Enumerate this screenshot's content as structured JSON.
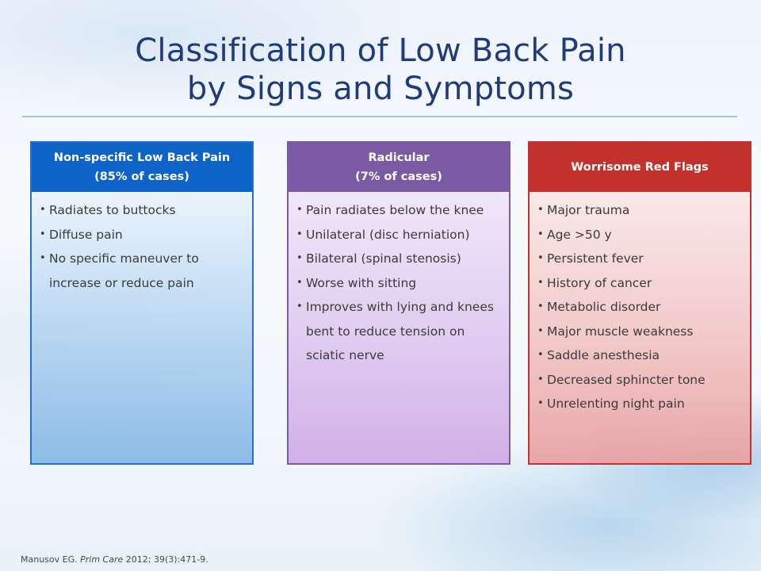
{
  "slide": {
    "title_line1": "Classification of Low Back Pain",
    "title_line2": "by Signs and Symptoms"
  },
  "cards": [
    {
      "heading_line1": "Non-specific Low Back Pain",
      "heading_line2": "(85% of cases)",
      "color": "#0e63c9",
      "items": [
        "Radiates to buttocks",
        "Diffuse pain",
        "No specific maneuver to increase or reduce pain"
      ]
    },
    {
      "heading_line1": "Radicular",
      "heading_line2": "(7% of cases)",
      "color": "#7a5aa5",
      "items": [
        "Pain radiates below the knee",
        "Unilateral (disc herniation)",
        "Bilateral (spinal stenosis)",
        "Worse with sitting",
        "Improves with lying and knees bent to reduce tension on sciatic nerve"
      ]
    },
    {
      "heading_line1": "Worrisome Red Flags",
      "heading_line2": "",
      "color": "#c2312c",
      "items": [
        "Major trauma",
        "Age >50 y",
        "Persistent fever",
        "History of cancer",
        "Metabolic disorder",
        "Major muscle weakness",
        "Saddle anesthesia",
        "Decreased sphincter tone",
        "Unrelenting night pain"
      ]
    }
  ],
  "citation": {
    "author": "Manusov EG.",
    "journal": "Prim Care",
    "details": "2012; 39(3):471-9."
  }
}
